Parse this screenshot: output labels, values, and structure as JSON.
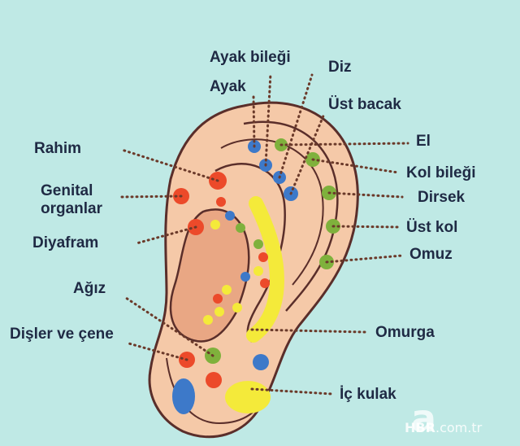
{
  "labels": {
    "ayak_bilegi": "Ayak bileği",
    "diz": "Diz",
    "ayak": "Ayak",
    "ust_bacak": "Üst bacak",
    "rahim": "Rahim",
    "el": "El",
    "kol_bilegi": "Kol bileği",
    "genital": "Genital\norganlar",
    "dirsek": "Dirsek",
    "ust_kol": "Üst kol",
    "diyafram": "Diyafram",
    "omuz": "Omuz",
    "agiz": "Ağız",
    "disler": "Dişler ve çene",
    "omurga": "Omurga",
    "ic_kulak": "İç kulak"
  },
  "watermark": {
    "letter": "a",
    "brand": "HBR",
    "domain": ".com.tr"
  },
  "colors": {
    "background": "#bfe9e5",
    "ear_skin": "#f5c9a8",
    "ear_outline": "#5a2e2a",
    "ear_inner": "#e9a784",
    "red_point": "#ec4a2a",
    "blue_point": "#3d79c9",
    "green_point": "#7fb13c",
    "yellow_point": "#f4ea3a",
    "leader_line": "#6b3a2a",
    "label_text": "#1f2a44"
  }
}
